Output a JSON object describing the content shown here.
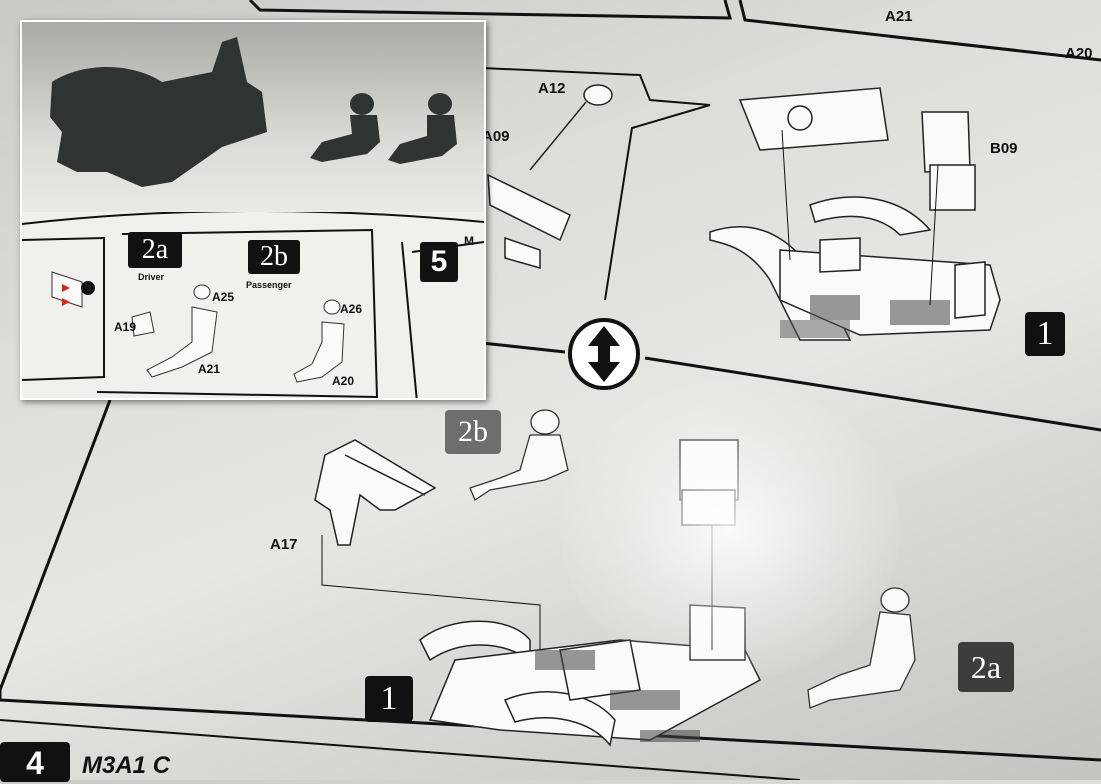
{
  "sheet": {
    "top_labels": {
      "a21": "A21",
      "a20": "A20"
    },
    "upper": {
      "a12": "A12",
      "a09": "A09",
      "b09": "B09",
      "step": "1"
    },
    "lower": {
      "a17": "A17",
      "step": "1",
      "tag_2b": "2b",
      "tag_2a": "2a"
    },
    "footer": {
      "step_num": "4",
      "title": "M3A1 C"
    }
  },
  "inset": {
    "step_2a": "2a",
    "driver": "Driver",
    "step_2b": "2b",
    "passenger": "Passenger",
    "a25": "A25",
    "a19": "A19",
    "a21": "A21",
    "a26": "A26",
    "a20": "A20",
    "step_5": "5",
    "m": "M"
  }
}
